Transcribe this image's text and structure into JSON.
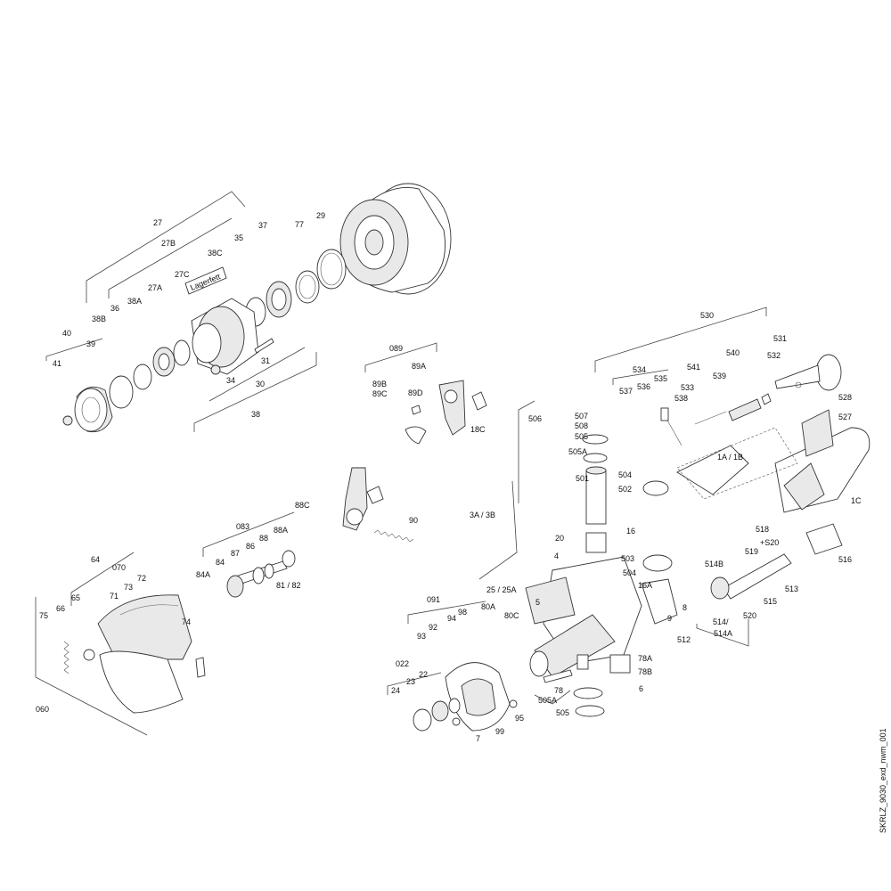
{
  "watermark": "SKRLZ_9030_exd_nwm_001",
  "drum_note": "Lagerfett",
  "labels": [
    "27",
    "27B",
    "27C",
    "27A",
    "29",
    "77",
    "37",
    "35",
    "38C",
    "38A",
    "38B",
    "36",
    "40",
    "39",
    "41",
    "31",
    "34",
    "30",
    "38",
    "089",
    "89A",
    "89B",
    "89C",
    "89D",
    "18C",
    "88C",
    "083",
    "88A",
    "88",
    "86",
    "87",
    "84",
    "84A",
    "81 / 82",
    "90",
    "64",
    "070",
    "73",
    "72",
    "71",
    "65",
    "66",
    "75",
    "74",
    "060",
    "530",
    "531",
    "532",
    "528",
    "527",
    "534",
    "535",
    "536",
    "533",
    "537",
    "538",
    "541",
    "539",
    "540",
    "506",
    "507",
    "508",
    "505",
    "505A",
    "504",
    "502",
    "501",
    "1A / 1B",
    "1C",
    "3A / 3B",
    "16",
    "20",
    "503",
    "4",
    "504",
    "518",
    "+S20",
    "519",
    "514B",
    "513",
    "516",
    "25 / 25A",
    "16A",
    "8",
    "5",
    "9",
    "515",
    "520",
    "514/",
    "514A",
    "512",
    "091",
    "98",
    "94",
    "92",
    "93",
    "80A",
    "80C",
    "022",
    "22",
    "23",
    "24",
    "95",
    "99",
    "7",
    "78A",
    "78B",
    "78",
    "505A",
    "505",
    "6"
  ]
}
